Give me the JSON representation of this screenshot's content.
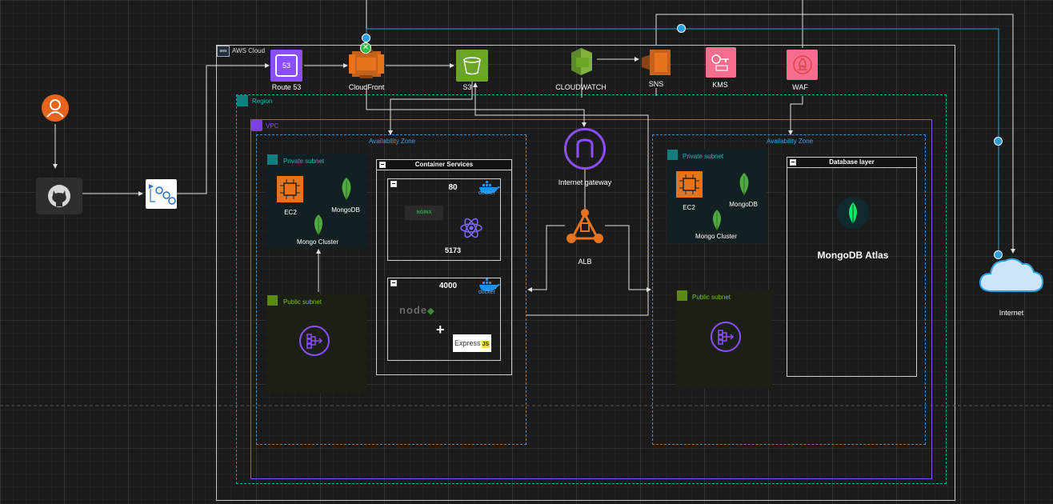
{
  "labels": {
    "aws_cloud": "AWS Cloud",
    "region": "Region",
    "vpc": "VPC",
    "az_left": "Availability Zone",
    "az_right": "Availability Zone",
    "route53": "Route 53",
    "route53_badge": "53",
    "cloudfront": "CloudFront",
    "s3": "S3",
    "cloudwatch": "CLOUDWATCH",
    "sns": "SNS",
    "kms": "KMS",
    "waf": "WAF",
    "internet_gateway": "Internet gateway",
    "alb": "ALB",
    "internet": "Internet",
    "private_subnet_left": "Private subnet",
    "public_subnet_left": "Public subnet",
    "private_subnet_right": "Private subnet",
    "public_subnet_right": "Public subnet",
    "ec2_left": "EC2",
    "mongodb_left": "MongoDB",
    "mongo_cluster_left": "Mongo Cluster",
    "ec2_right": "EC2",
    "mongodb_right": "MongoDB",
    "mongo_cluster_right": "Mongo Cluster",
    "container_services": "Container Services",
    "port_80": "80",
    "port_5173": "5173",
    "port_4000": "4000",
    "docker": "docker",
    "nginx": "NGINX",
    "node": "node",
    "plus": "+",
    "express": "Express",
    "js": "JS",
    "database_layer": "Database layer",
    "mongodb_atlas": "MongoDB Atlas"
  },
  "icons": {
    "user": "user-icon",
    "github": "github-icon",
    "pipeline": "pipeline-icon",
    "route53": "route53-icon",
    "cloudfront": "cloudfront-icon",
    "s3": "s3-bucket-icon",
    "cloudwatch": "cloudwatch-icon",
    "sns": "sns-icon",
    "kms": "kms-key-icon",
    "waf": "waf-firewall-icon",
    "igw": "internet-gateway-icon",
    "alb": "load-balancer-icon",
    "internet": "cloud-icon",
    "ec2": "ec2-chip-icon",
    "mongodb": "mongodb-leaf-icon",
    "nat": "nat-gateway-icon",
    "react": "react-atom-icon",
    "docker": "docker-whale-icon"
  },
  "colors": {
    "aws_cloud_border": "#c8c8c8",
    "region_border": "#16a3a3",
    "vpc_border": "#8c4fff",
    "az_border": "#3d8fc9",
    "private_subnet_fill": "#122023",
    "public_subnet_fill": "#1c1f16",
    "connector_blue": "#2aa0e0",
    "aws_orange": "#e7731c",
    "aws_purple": "#8c4fff",
    "s3_green": "#6aa524",
    "kms_pink": "#f66d8f",
    "waf_red": "#e0453e"
  }
}
